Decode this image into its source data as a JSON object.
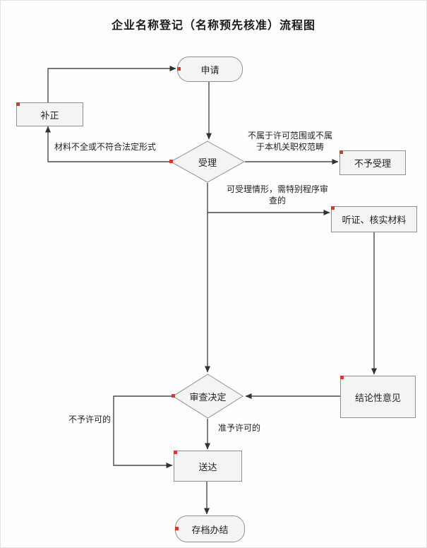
{
  "title": "企业名称登记（名称预先核准）流程图",
  "nodes": {
    "apply": {
      "label": "申请",
      "shape": "stadium"
    },
    "correction": {
      "label": "补正",
      "shape": "rect"
    },
    "accept": {
      "label": "受理",
      "shape": "diamond"
    },
    "not_accepted": {
      "label": "不予受理",
      "shape": "rect"
    },
    "hearing": {
      "label": "听证、核实材料",
      "shape": "rect"
    },
    "decision": {
      "label": "审查决定",
      "shape": "diamond"
    },
    "conclusion": {
      "label": "结论性意见",
      "shape": "rect"
    },
    "delivery": {
      "label": "送达",
      "shape": "rect"
    },
    "archive": {
      "label": "存档办结",
      "shape": "stadium"
    }
  },
  "edge_labels": {
    "incomplete_materials": "材料不全或不符合法定形式",
    "out_of_scope_line1": "不属于许可范围或不属",
    "out_of_scope_line2": "于本机关职权范畴",
    "special_review_line1": "可受理情形，需特别程序审",
    "special_review_line2": "查的",
    "not_permitted": "不予许可的",
    "permitted": "准予许可的"
  },
  "edges": [
    {
      "from": "apply",
      "to": "accept",
      "label": ""
    },
    {
      "from": "accept",
      "to": "correction",
      "label": "材料不全或不符合法定形式"
    },
    {
      "from": "correction",
      "to": "apply",
      "label": ""
    },
    {
      "from": "accept",
      "to": "not_accepted",
      "label": "不属于许可范围或不属于本机关职权范畴"
    },
    {
      "from": "accept",
      "to": "hearing",
      "label": "可受理情形，需特别程序审查的"
    },
    {
      "from": "accept",
      "to": "decision",
      "label": ""
    },
    {
      "from": "hearing",
      "to": "conclusion",
      "label": ""
    },
    {
      "from": "conclusion",
      "to": "decision",
      "label": ""
    },
    {
      "from": "decision",
      "to": "delivery",
      "label": "准予许可的"
    },
    {
      "from": "decision",
      "to": "delivery",
      "label": "不予许可的"
    },
    {
      "from": "delivery",
      "to": "archive",
      "label": ""
    }
  ],
  "colors": {
    "node_fill": "#f4f4f4",
    "node_border": "#8f8f8f",
    "edge_line": "#4a4a4a",
    "red_marker": "#d43b2e",
    "text": "#222222",
    "background": "#fefefe"
  }
}
